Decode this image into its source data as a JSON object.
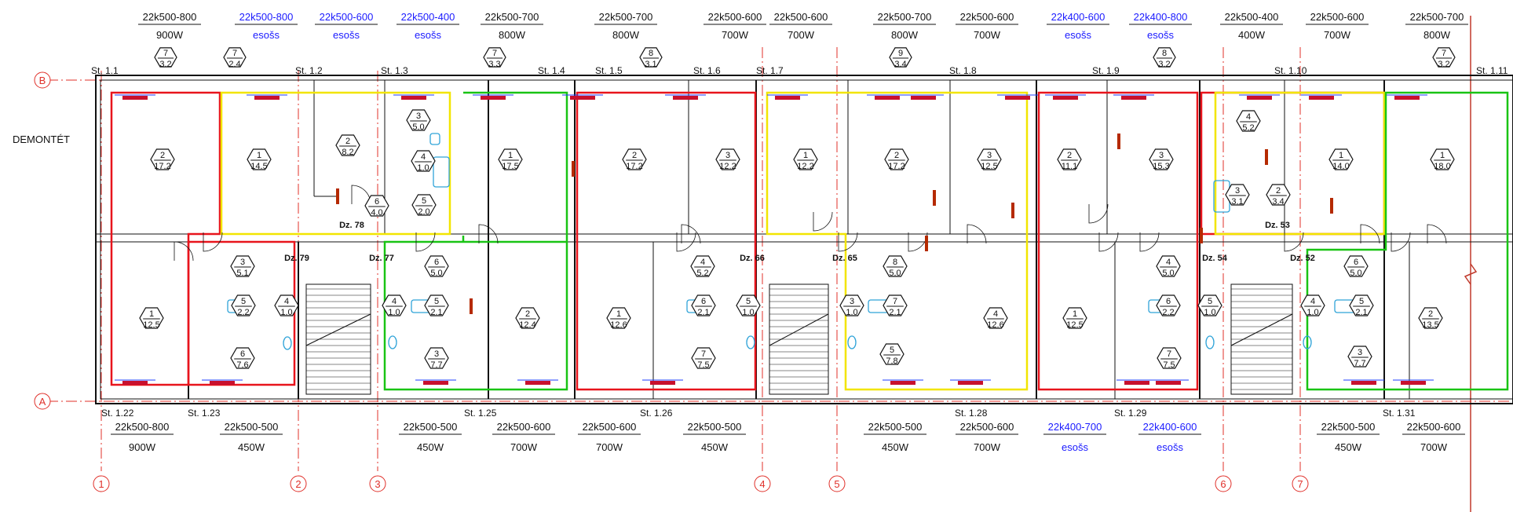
{
  "side_label": "DEMONTÉT",
  "axes": {
    "rows": [
      "B",
      "A"
    ],
    "cols": [
      "1",
      "2",
      "3",
      "4",
      "5",
      "6",
      "7"
    ]
  },
  "colors": {
    "grid": "#e0302a",
    "wall": "#111111",
    "zone_red": "#e8141c",
    "zone_yellow": "#f2e500",
    "zone_green": "#19c414",
    "radiator": "#c8102e",
    "pipe": "#1e3cff",
    "sanitary": "#2fa3d8",
    "blue_text": "#1a1aff",
    "door_marker": "#b52a00"
  },
  "top_tags": [
    {
      "type": "22k500-800",
      "power": "900W",
      "blue": false
    },
    {
      "type": "22k500-800",
      "power": "esošs",
      "blue": true
    },
    {
      "type": "22k500-600",
      "power": "esošs",
      "blue": true
    },
    {
      "type": "22k500-400",
      "power": "esošs",
      "blue": true
    },
    {
      "type": "22k500-700",
      "power": "800W",
      "blue": false
    },
    {
      "type": "22k500-700",
      "power": "800W",
      "blue": false
    },
    {
      "type": "22k500-600",
      "power": "700W",
      "blue": false
    },
    {
      "type": "22k500-600",
      "power": "700W",
      "blue": false
    },
    {
      "type": "22k500-700",
      "power": "800W",
      "blue": false
    },
    {
      "type": "22k500-600",
      "power": "700W",
      "blue": false
    },
    {
      "type": "22k400-600",
      "power": "esošs",
      "blue": true
    },
    {
      "type": "22k400-800",
      "power": "esošs",
      "blue": true
    },
    {
      "type": "22k500-400",
      "power": "400W",
      "blue": false
    },
    {
      "type": "22k500-600",
      "power": "700W",
      "blue": false
    },
    {
      "type": "22k500-700",
      "power": "800W",
      "blue": false
    }
  ],
  "bottom_tags": [
    {
      "type": "22k500-800",
      "power": "900W",
      "blue": false
    },
    {
      "type": "22k500-500",
      "power": "450W",
      "blue": false
    },
    {
      "type": "22k500-500",
      "power": "450W",
      "blue": false
    },
    {
      "type": "22k500-600",
      "power": "700W",
      "blue": false
    },
    {
      "type": "22k500-600",
      "power": "700W",
      "blue": false
    },
    {
      "type": "22k500-500",
      "power": "450W",
      "blue": false
    },
    {
      "type": "22k500-500",
      "power": "450W",
      "blue": false
    },
    {
      "type": "22k500-600",
      "power": "700W",
      "blue": false
    },
    {
      "type": "22k400-700",
      "power": "esošs",
      "blue": true
    },
    {
      "type": "22k400-600",
      "power": "esošs",
      "blue": true
    },
    {
      "type": "22k500-500",
      "power": "450W",
      "blue": false
    },
    {
      "type": "22k500-600",
      "power": "700W",
      "blue": false
    }
  ],
  "stairwells_top": [
    "St. 1.1",
    "St. 1.2",
    "St. 1.3",
    "St. 1.4",
    "St. 1.5",
    "St. 1.6",
    "St. 1.7",
    "St. 1.8",
    "St. 1.9",
    "St. 1.10",
    "St. 1.11"
  ],
  "stairwells_bottom": [
    "St. 1.22",
    "St. 1.23",
    "St. 1.25",
    "St. 1.26",
    "St. 1.28",
    "St. 1.29",
    "St. 1.31"
  ],
  "window_tags": [
    {
      "n": "7",
      "a": "3.2"
    },
    {
      "n": "7",
      "a": "2.4"
    },
    {
      "n": "7",
      "a": "3.3"
    },
    {
      "n": "8",
      "a": "3.1"
    },
    {
      "n": "9",
      "a": "3.4"
    },
    {
      "n": "8",
      "a": "3.2"
    },
    {
      "n": "7",
      "a": "3.2"
    }
  ],
  "rooms": [
    {
      "n": "2",
      "a": "17.2"
    },
    {
      "n": "1",
      "a": "14.5"
    },
    {
      "n": "2",
      "a": "8.2"
    },
    {
      "n": "3",
      "a": "5.0"
    },
    {
      "n": "4",
      "a": "1.0"
    },
    {
      "n": "5",
      "a": "2.0"
    },
    {
      "n": "6",
      "a": "4.0"
    },
    {
      "n": "1",
      "a": "17.5"
    },
    {
      "n": "2",
      "a": "17.2"
    },
    {
      "n": "3",
      "a": "12.2"
    },
    {
      "n": "1",
      "a": "12.2"
    },
    {
      "n": "2",
      "a": "17.2"
    },
    {
      "n": "3",
      "a": "12.5"
    },
    {
      "n": "2",
      "a": "11.1"
    },
    {
      "n": "3",
      "a": "15.3"
    },
    {
      "n": "4",
      "a": "5.2"
    },
    {
      "n": "1",
      "a": "14.0"
    },
    {
      "n": "1",
      "a": "18.0"
    },
    {
      "n": "3",
      "a": "3.1"
    },
    {
      "n": "2",
      "a": "3.4"
    },
    {
      "n": "3",
      "a": "5.1"
    },
    {
      "n": "5",
      "a": "2.2"
    },
    {
      "n": "4",
      "a": "1.0"
    },
    {
      "n": "1",
      "a": "12.5"
    },
    {
      "n": "6",
      "a": "7.6"
    },
    {
      "n": "6",
      "a": "5.0"
    },
    {
      "n": "4",
      "a": "1.0"
    },
    {
      "n": "5",
      "a": "2.1"
    },
    {
      "n": "3",
      "a": "7.7"
    },
    {
      "n": "2",
      "a": "12.4"
    },
    {
      "n": "1",
      "a": "12.6"
    },
    {
      "n": "4",
      "a": "5.2"
    },
    {
      "n": "6",
      "a": "2.1"
    },
    {
      "n": "5",
      "a": "1.0"
    },
    {
      "n": "7",
      "a": "7.5"
    },
    {
      "n": "3",
      "a": "1.0"
    },
    {
      "n": "8",
      "a": "5.0"
    },
    {
      "n": "7",
      "a": "2.1"
    },
    {
      "n": "5",
      "a": "7.8"
    },
    {
      "n": "4",
      "a": "12.6"
    },
    {
      "n": "1",
      "a": "12.5"
    },
    {
      "n": "4",
      "a": "5.0"
    },
    {
      "n": "6",
      "a": "2.2"
    },
    {
      "n": "5",
      "a": "1.0"
    },
    {
      "n": "7",
      "a": "7.5"
    },
    {
      "n": "4",
      "a": "1.0"
    },
    {
      "n": "5",
      "a": "2.1"
    },
    {
      "n": "6",
      "a": "5.0"
    },
    {
      "n": "3",
      "a": "7.7"
    },
    {
      "n": "2",
      "a": "13.5"
    }
  ],
  "apartments": [
    "Dz. 78",
    "Dz. 79",
    "Dz. 77",
    "Dz. 66",
    "Dz. 65",
    "Dz. 53",
    "Dz. 54",
    "Dz. 52"
  ]
}
